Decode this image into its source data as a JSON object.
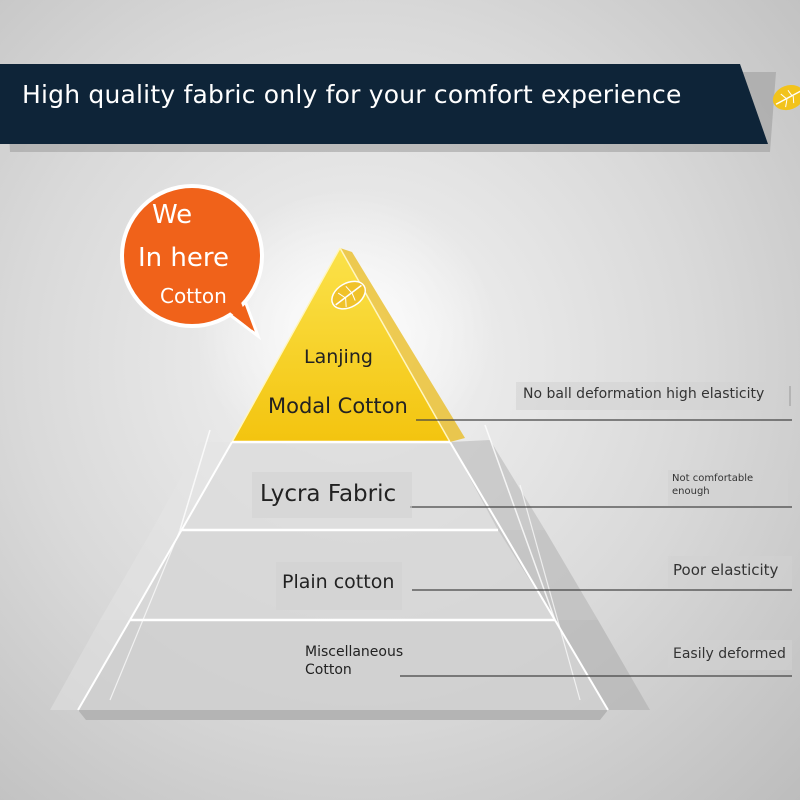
{
  "banner": {
    "title": "High quality fabric only for your comfort experience",
    "bg_color": "#0e2438",
    "icon": "leaf-icon"
  },
  "bubble": {
    "line1": "We",
    "line2": "In here",
    "line3": "Cotton",
    "color": "#f0621a"
  },
  "pyramid": {
    "tiers": [
      {
        "label_line1": "Lanjing",
        "label_line2": "Modal Cotton",
        "note": "No ball deformation high elasticity",
        "color": "#f7d21a",
        "icon": "leaf-icon"
      },
      {
        "label": "Lycra Fabric",
        "note_line1": "Not comfortable",
        "note_line2": "enough"
      },
      {
        "label": "Plain cotton",
        "note": "Poor elasticity"
      },
      {
        "label_line1": "Miscellaneous",
        "label_line2": "Cotton",
        "note": "Easily deformed"
      }
    ]
  }
}
